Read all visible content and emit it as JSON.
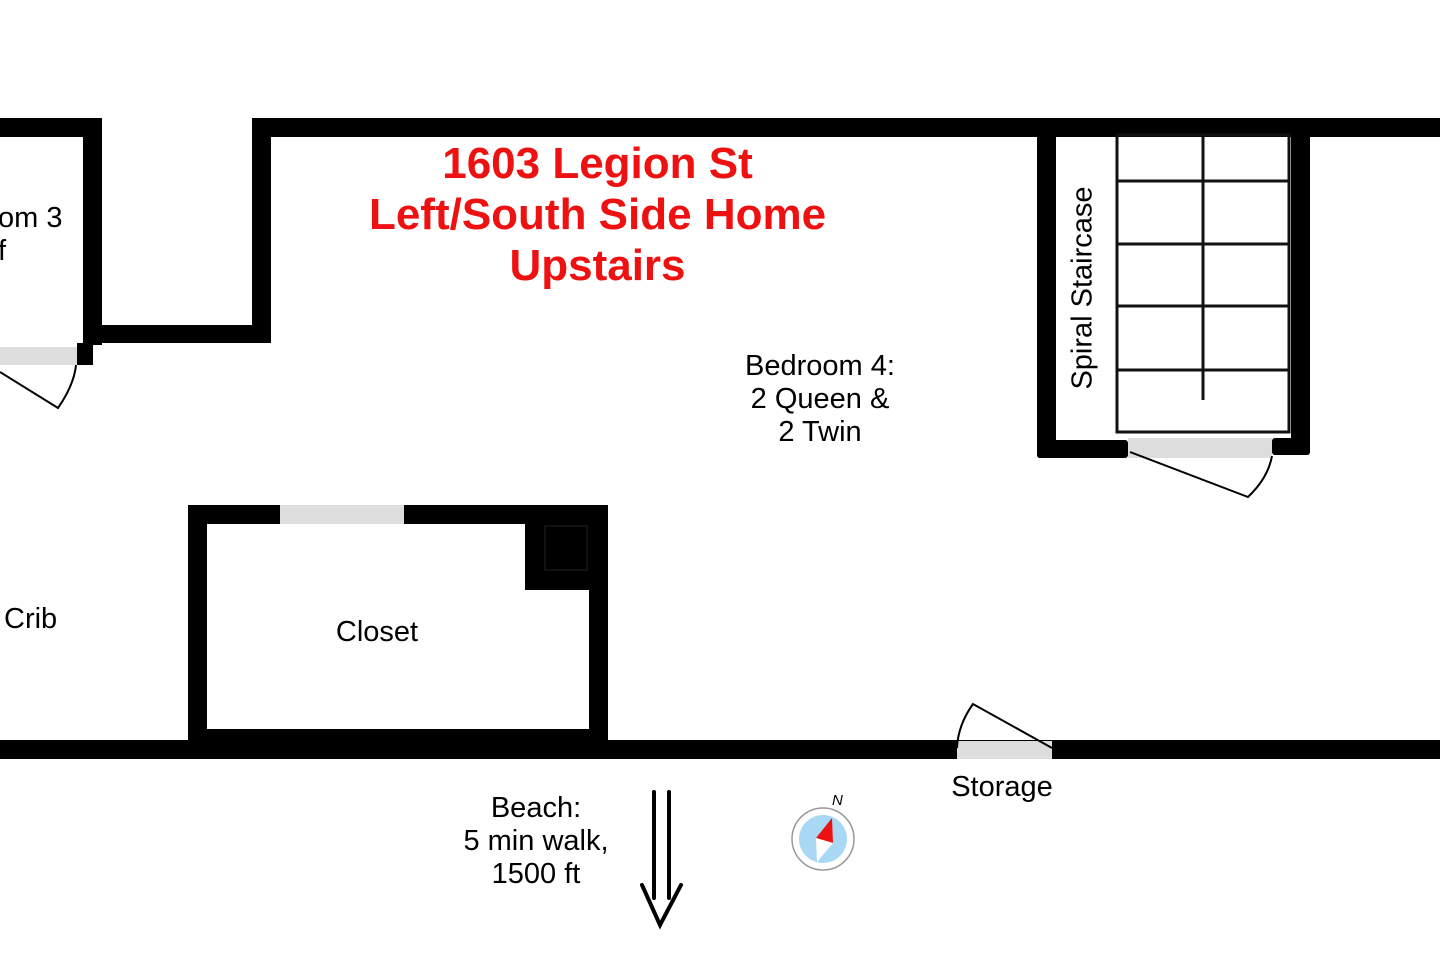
{
  "title": {
    "line1": "1603 Legion St",
    "line2": "Left/South Side Home",
    "line3": "Upstairs"
  },
  "rooms": {
    "bedroom3_partial": {
      "line1": "om 3",
      "line2": "f"
    },
    "bedroom4": {
      "line1": "Bedroom 4:",
      "line2": "2 Queen &",
      "line3": "2 Twin"
    },
    "crib_partial": "Crib",
    "closet": "Closet",
    "staircase": "Spiral Staircase",
    "storage": "Storage"
  },
  "beach": {
    "line1": "Beach:",
    "line2": "5 min walk,",
    "line3": "1500 ft"
  },
  "compass": {
    "label": "N"
  },
  "colors": {
    "wall": "#000000",
    "title": "#ee1111",
    "door": "#dddddd",
    "compass_face": "#a9d8f5",
    "compass_needle": "#ee1111"
  }
}
